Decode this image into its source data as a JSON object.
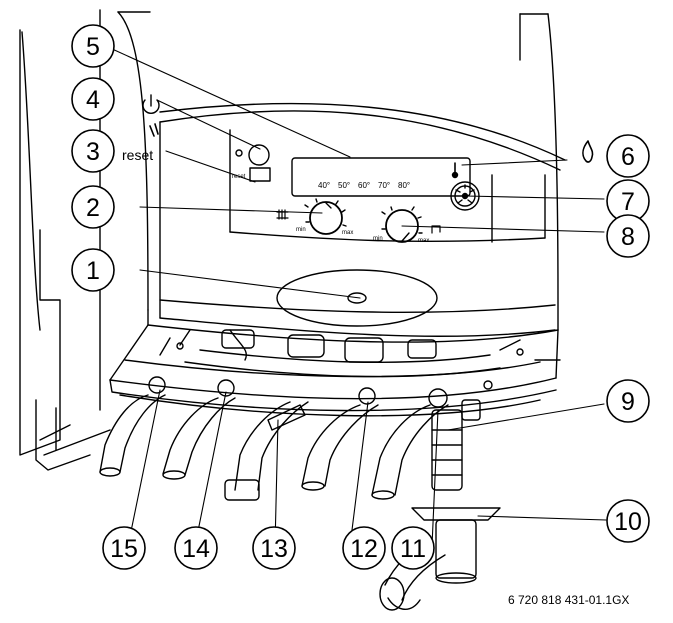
{
  "diagram": {
    "callouts": [
      {
        "number": "1"
      },
      {
        "number": "2"
      },
      {
        "number": "3"
      },
      {
        "number": "4"
      },
      {
        "number": "5"
      },
      {
        "number": "6"
      },
      {
        "number": "7"
      },
      {
        "number": "8"
      },
      {
        "number": "9"
      },
      {
        "number": "10"
      },
      {
        "number": "11"
      },
      {
        "number": "12"
      },
      {
        "number": "13"
      },
      {
        "number": "14"
      },
      {
        "number": "15"
      }
    ],
    "labels": {
      "reset": "reset",
      "reset_small": "reset",
      "temp_40": "40°",
      "temp_50": "50°",
      "temp_60": "60°",
      "temp_70": "70°",
      "temp_80": "80°",
      "knob_min": "min",
      "knob_max": "max",
      "knob2_min": "min",
      "knob2_max": "max"
    },
    "figure_id": "6 720 818 431-01.1GX",
    "icons": [
      "power-icon",
      "flame-icon",
      "thermometer-icon",
      "radiator-icon",
      "tap-icon"
    ]
  }
}
